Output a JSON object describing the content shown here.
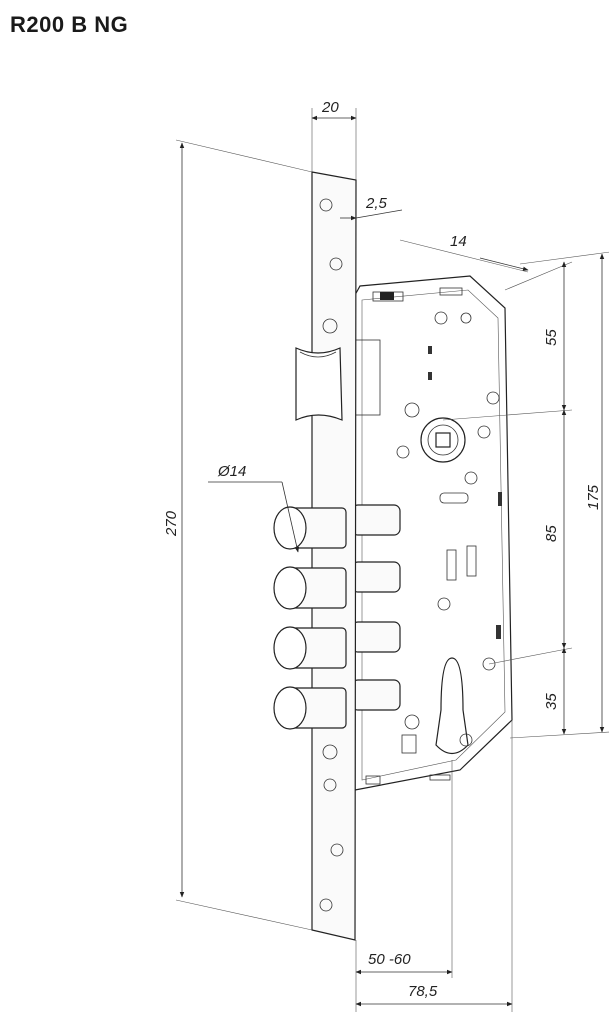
{
  "title": "R200 B NG",
  "dimensions": {
    "faceplate_width": "20",
    "faceplate_thickness": "2,5",
    "case_offset": "14",
    "overall_height": "270",
    "bolt_diameter": "Ø14",
    "top_to_handle": "55",
    "handle_to_cylinder": "85",
    "cylinder_to_bottom": "35",
    "case_height": "175",
    "backset": "50 -60",
    "case_depth": "78,5"
  }
}
